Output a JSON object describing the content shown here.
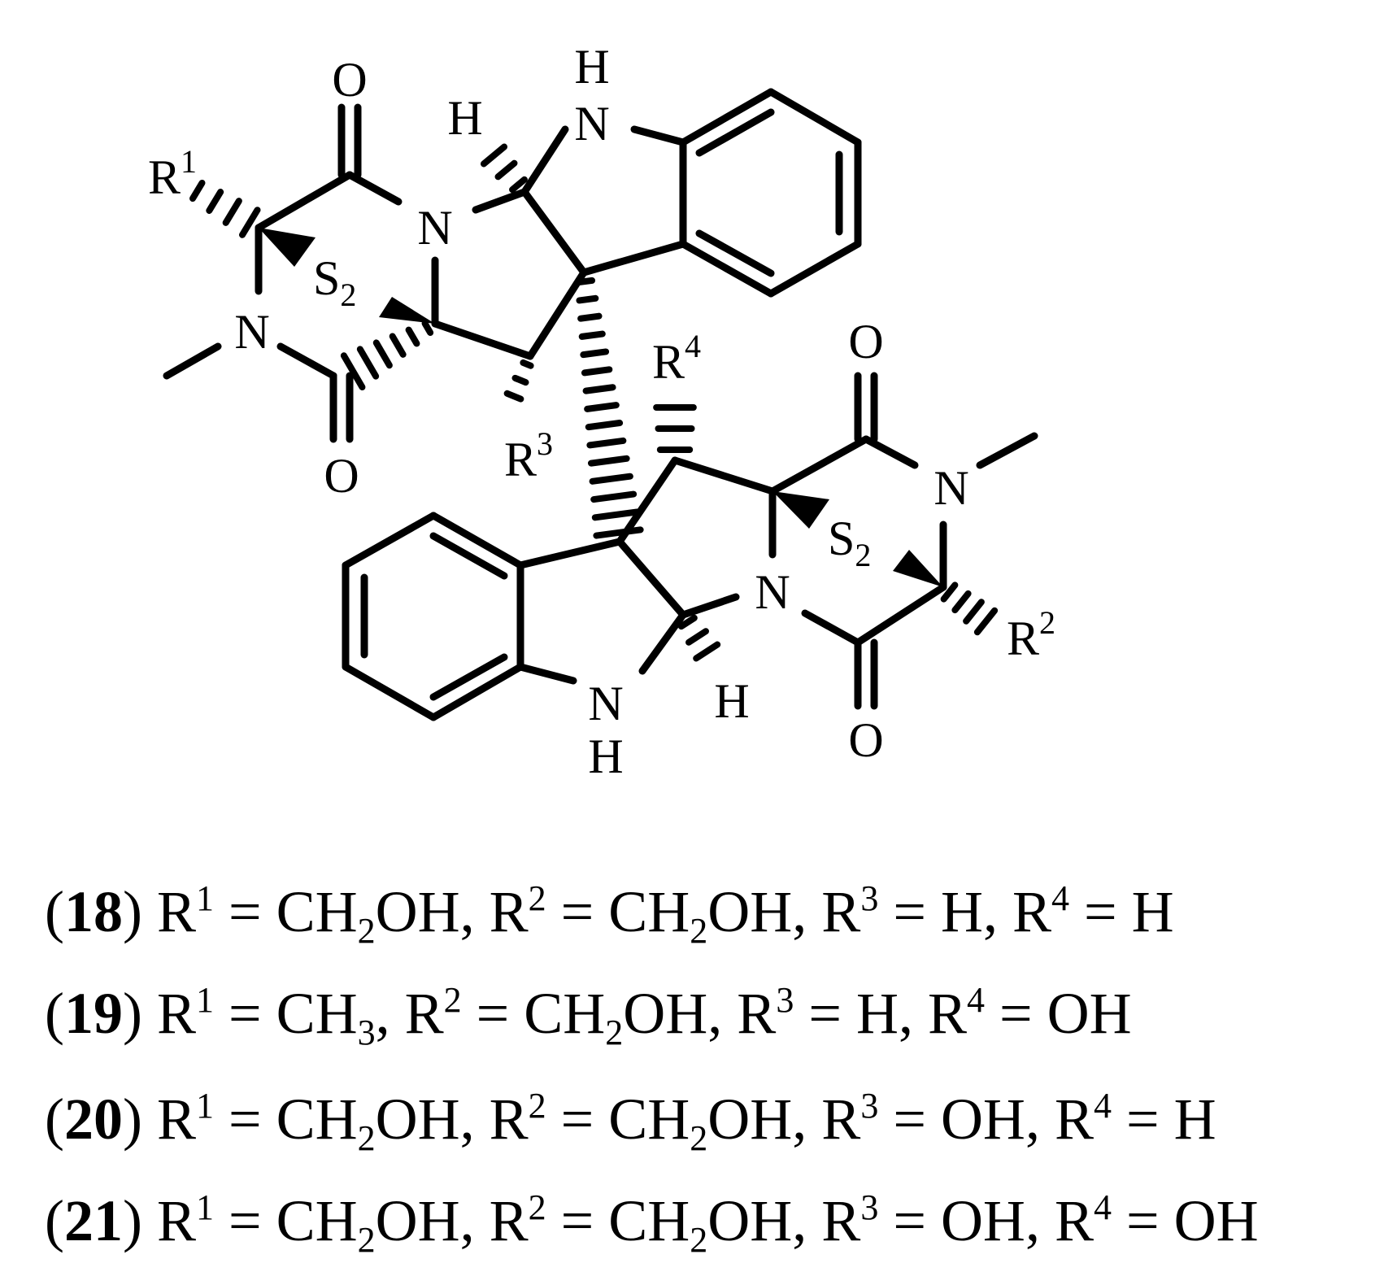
{
  "atoms": {
    "o_top_left": "O",
    "o_bottom_left": "O",
    "o_top_right": "O",
    "o_bottom_right": "O",
    "n_left_ring": "N",
    "n_left_methyl": "N",
    "n_right_ring": "N",
    "n_right_methyl": "N",
    "nh_top_n": "N",
    "nh_top_h": "H",
    "nh_bottom_n": "N",
    "nh_bottom_h": "H",
    "h_top": "H",
    "h_bottom": "H",
    "s2_left": "S",
    "s2_left_sub": "2",
    "s2_right": "S",
    "s2_right_sub": "2",
    "r1": "R",
    "r1_sup": "1",
    "r2": "R",
    "r2_sup": "2",
    "r3": "R",
    "r3_sup": "3",
    "r4": "R",
    "r4_sup": "4"
  },
  "compounds": [
    {
      "id": "18",
      "r1": "CH",
      "r1_sub": "2",
      "r1_tail": "OH",
      "r2": "CH",
      "r2_sub": "2",
      "r2_tail": "OH",
      "r3": "H",
      "r4": "H"
    },
    {
      "id": "19",
      "r1": "CH",
      "r1_sub": "3",
      "r1_tail": "",
      "r2": "CH",
      "r2_sub": "2",
      "r2_tail": "OH",
      "r3": "H",
      "r4": "OH"
    },
    {
      "id": "20",
      "r1": "CH",
      "r1_sub": "2",
      "r1_tail": "OH",
      "r2": "CH",
      "r2_sub": "2",
      "r2_tail": "OH",
      "r3": "OH",
      "r4": "H"
    },
    {
      "id": "21",
      "r1": "CH",
      "r1_sub": "2",
      "r1_tail": "OH",
      "r2": "CH",
      "r2_sub": "2",
      "r2_tail": "OH",
      "r3": "OH",
      "r4": "OH"
    }
  ]
}
